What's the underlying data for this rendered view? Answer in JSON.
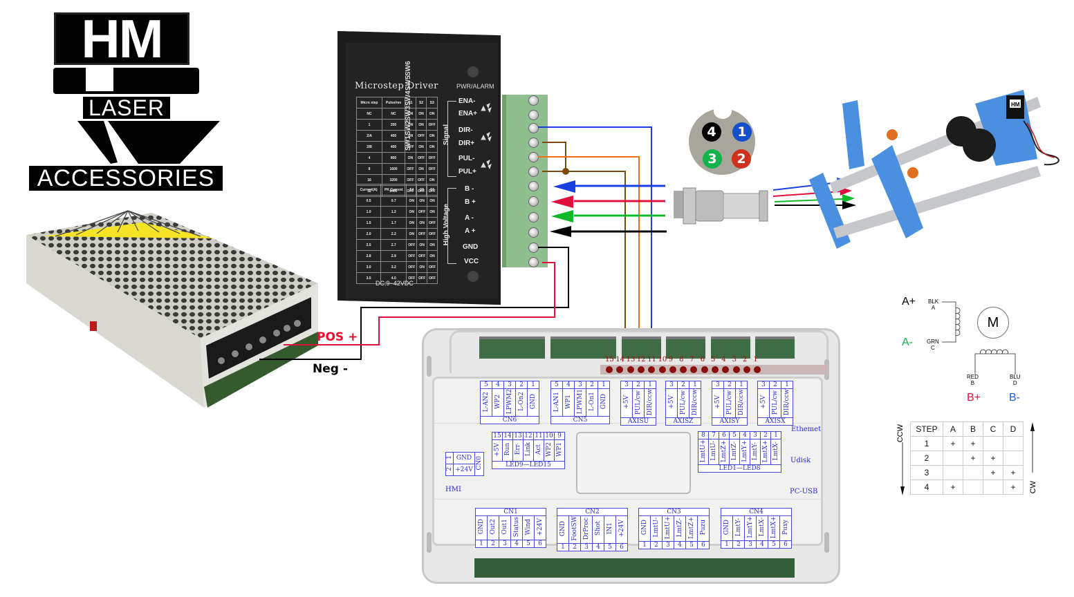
{
  "logo": {
    "brand": "HM",
    "line2": "LASER",
    "line3": "ACCESSORIES"
  },
  "driver": {
    "title": "Microstep Driver",
    "switch_labels": [
      "SW6",
      "SW5",
      "SW4",
      "SW3",
      "SW2",
      "SW1"
    ],
    "status_label": "PWR/ALARM",
    "microstep_table": {
      "headers": [
        "Micro step",
        "Pulse/rev",
        "S1",
        "S2",
        "S3"
      ],
      "rows": [
        [
          "NC",
          "NC",
          "ON",
          "ON",
          "ON"
        ],
        [
          "1",
          "200",
          "ON",
          "ON",
          "OFF"
        ],
        [
          "2/A",
          "400",
          "ON",
          "OFF",
          "ON"
        ],
        [
          "2/B",
          "400",
          "OFF",
          "ON",
          "ON"
        ],
        [
          "4",
          "800",
          "ON",
          "OFF",
          "OFF"
        ],
        [
          "8",
          "1600",
          "OFF",
          "ON",
          "OFF"
        ],
        [
          "16",
          "3200",
          "OFF",
          "OFF",
          "ON"
        ],
        [
          "32",
          "6400",
          "OFF",
          "OFF",
          "OFF"
        ]
      ]
    },
    "current_table": {
      "headers": [
        "Current(A)",
        "PK Current",
        "S4",
        "S5",
        "S6"
      ],
      "rows": [
        [
          "0.5",
          "0.7",
          "ON",
          "ON",
          "ON"
        ],
        [
          "1.0",
          "1.2",
          "ON",
          "OFF",
          "ON"
        ],
        [
          "1.5",
          "1.7",
          "ON",
          "ON",
          "OFF"
        ],
        [
          "2.0",
          "2.2",
          "ON",
          "OFF",
          "OFF"
        ],
        [
          "2.5",
          "2.7",
          "OFF",
          "ON",
          "ON"
        ],
        [
          "2.8",
          "2.9",
          "OFF",
          "OFF",
          "ON"
        ],
        [
          "3.0",
          "3.2",
          "OFF",
          "ON",
          "OFF"
        ],
        [
          "3.5",
          "4.0",
          "OFF",
          "OFF",
          "OFF"
        ]
      ]
    },
    "signal_group_label": "Signal",
    "signal_terminals": [
      "ENA-",
      "ENA+",
      "DIR-",
      "DIR+",
      "PUL-",
      "PUL+"
    ],
    "hv_group_label": "High Voltage",
    "hv_terminals": [
      "B -",
      "B +",
      "A -",
      "A +",
      "GND",
      "VCC"
    ],
    "voltage_label": "DC:9~42VDC"
  },
  "power_supply": {
    "pos_label": "POS +",
    "neg_label": "Neg -"
  },
  "plug": {
    "pins": [
      {
        "num": "4",
        "color": "#000000"
      },
      {
        "num": "1",
        "color": "#1550c8"
      },
      {
        "num": "3",
        "color": "#12b34a"
      },
      {
        "num": "2",
        "color": "#d0311c"
      }
    ]
  },
  "wire_colors": {
    "blue": "#1a3fe0",
    "red": "#e0103c",
    "green": "#12b82c",
    "black": "#000000",
    "brown": "#7a4a10",
    "orange": "#f07010"
  },
  "controller": {
    "led_numbers": [
      "15",
      "14",
      "13",
      "12",
      "11",
      "10",
      "9",
      "8",
      "7",
      "6",
      "5",
      "4",
      "3",
      "2",
      "1"
    ],
    "cn6": {
      "name": "CN6",
      "nums": [
        "5",
        "4",
        "3",
        "2",
        "1"
      ],
      "pins": [
        "L-AN2",
        "WP2",
        "LPWM2",
        "L-On2",
        "GND"
      ]
    },
    "cn5": {
      "name": "CN5",
      "nums": [
        "5",
        "4",
        "3",
        "2",
        "1"
      ],
      "pins": [
        "L-AN1",
        "WP1",
        "LPWM1",
        "L-On1",
        "GND"
      ]
    },
    "axisu": {
      "name": "AXISU",
      "nums": [
        "3",
        "2",
        "1"
      ],
      "pins": [
        "+5V",
        "PUL/cw",
        "DIR/ccw"
      ]
    },
    "axisz": {
      "name": "AXISZ",
      "nums": [
        "3",
        "2",
        "1"
      ],
      "pins": [
        "+5V",
        "PUL/cw",
        "DIR/ccw"
      ]
    },
    "axisy": {
      "name": "AXISY",
      "nums": [
        "3",
        "2",
        "1"
      ],
      "pins": [
        "+5V",
        "PUL/cw",
        "DIR/ccw"
      ]
    },
    "axisx": {
      "name": "AXISX",
      "nums": [
        "3",
        "2",
        "1"
      ],
      "pins": [
        "+5V",
        "PUL/cw",
        "DIR/ccw"
      ]
    },
    "led9_15": {
      "name": "LED9—LED15",
      "nums": [
        "15",
        "14",
        "13",
        "12",
        "11",
        "10",
        "9"
      ],
      "pins": [
        "+5V",
        "Run",
        "Err",
        "Link",
        "Act",
        "WP2",
        "WP1"
      ]
    },
    "led1_8": {
      "name": "LED1—LED8",
      "nums": [
        "8",
        "7",
        "6",
        "5",
        "4",
        "3",
        "2",
        "1"
      ],
      "pins": [
        "LmtU+",
        "LmtU-",
        "LmtZ+",
        "LmtZ-",
        "LmtY+",
        "LmtY-",
        "LmtX+",
        "LmtX-"
      ]
    },
    "cn0": {
      "name": "CN0",
      "rows": [
        {
          "num": "1",
          "pin": "GND"
        },
        {
          "num": "2",
          "pin": "+24V"
        }
      ]
    },
    "hmi": "HMI",
    "ethernet": "Ethemet",
    "udisk": "Udisk",
    "pcusb": "PC-USB",
    "cn1": {
      "name": "CN1",
      "pins": [
        "GND",
        "Out2",
        "Out1",
        "Status",
        "Wind",
        "+24V"
      ],
      "nums": [
        "1",
        "2",
        "3",
        "4",
        "5",
        "6"
      ]
    },
    "cn2": {
      "name": "CN2",
      "pins": [
        "GND",
        "FootSW",
        "DrProc",
        "Shot",
        "IN1",
        "+24V"
      ],
      "nums": [
        "1",
        "2",
        "3",
        "4",
        "5",
        "6"
      ]
    },
    "cn3": {
      "name": "CN3",
      "pins": [
        "GND",
        "LmtU-",
        "LmtU+",
        "LmtZ-",
        "LmtZ+",
        "Puzu"
      ],
      "nums": [
        "1",
        "2",
        "3",
        "4",
        "5",
        "6"
      ]
    },
    "cn4": {
      "name": "CN4",
      "pins": [
        "GND",
        "LmtY-",
        "LmtY+",
        "LmtX-",
        "LmtX+",
        "Puxy"
      ],
      "nums": [
        "1",
        "2",
        "3",
        "4",
        "5",
        "6"
      ]
    }
  },
  "rotary": {
    "motor_badge": "HM"
  },
  "motor_diagram": {
    "a_plus": "A+",
    "a_minus": "A-",
    "b_plus": "B+",
    "b_minus": "B-",
    "blk": "BLK",
    "blk_letter": "A",
    "grn": "GRN",
    "grn_letter": "C",
    "red": "RED",
    "red_letter": "B",
    "blu": "BLU",
    "blu_letter": "D",
    "motor_symbol": "M",
    "a_minus_color": "#12b34a",
    "b_plus_color": "#e0103c",
    "b_minus_color": "#1a5fd8"
  },
  "step_table": {
    "ccw_label": "CCW",
    "cw_label": "CW",
    "headers": [
      "STEP",
      "A",
      "B",
      "C",
      "D"
    ],
    "rows": [
      [
        "1",
        "+",
        "+",
        "",
        ""
      ],
      [
        "2",
        "",
        "+",
        "+",
        ""
      ],
      [
        "3",
        "",
        "",
        "+",
        "+"
      ],
      [
        "4",
        "+",
        "",
        "",
        "+"
      ]
    ]
  }
}
